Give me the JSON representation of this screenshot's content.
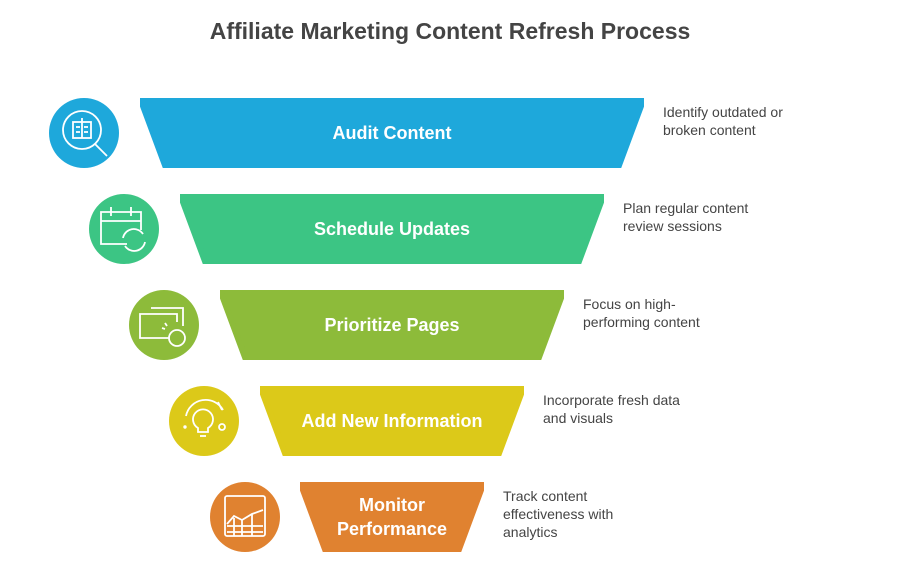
{
  "title": "Affiliate Marketing Content Refresh Process",
  "steps": [
    {
      "label": "Audit Content",
      "description": "Identify outdated or broken content",
      "color": "#1EA8DB",
      "icon": "document-search-icon"
    },
    {
      "label": "Schedule Updates",
      "description": "Plan regular content review sessions",
      "color": "#3CC584",
      "icon": "calendar-refresh-icon"
    },
    {
      "label": "Prioritize Pages",
      "description": "Focus on high-performing content",
      "color": "#8DBB3A",
      "icon": "pages-click-icon"
    },
    {
      "label": "Add New Information",
      "description": "Incorporate fresh data and visuals",
      "color": "#DCC919",
      "icon": "lightbulb-icon"
    },
    {
      "label": "Monitor Performance",
      "description": "Track content effectiveness with analytics",
      "color": "#E08230",
      "icon": "chart-grid-icon"
    }
  ]
}
